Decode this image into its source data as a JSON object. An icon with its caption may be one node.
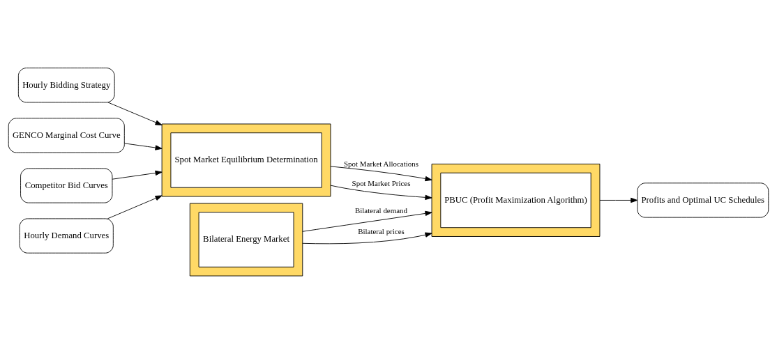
{
  "diagram": {
    "nodes": [
      {
        "text": [
          "Hourly Bidding Strategy"
        ]
      },
      {
        "text": [
          "GENCO Marginal Cost Curve"
        ]
      },
      {
        "text": [
          "Competitor Bid Curves"
        ]
      },
      {
        "text": [
          "Hourly Demand Curves"
        ]
      },
      {
        "text": [],
        "shape": "box"
      },
      {
        "text": [
          "Spot Market Equilibrium Determination"
        ],
        "in": 4
      },
      {
        "text": [],
        "shape": "box"
      },
      {
        "text": [
          "PBUC (Profit Maximization Algorithm)"
        ],
        "in": 6
      },
      {
        "text": [
          "Profits and Optimal UC Schedules"
        ]
      },
      {
        "text": [],
        "shape": "box"
      },
      {
        "text": [
          "Bilateral Energy Market"
        ],
        "in": 9
      }
    ],
    "edges": [
      {
        "from": 0,
        "to": 4,
        "arrow": "to"
      },
      {
        "from": 1,
        "to": 4,
        "arrow": "to"
      },
      {
        "from": 2,
        "to": 4,
        "arrow": "to"
      },
      {
        "from": 3,
        "to": 4,
        "arrow": "to"
      },
      {
        "from": 4,
        "to": 6,
        "arrow": "to",
        "label": "Spot Market Allocations"
      },
      {
        "from": 4,
        "to": 6,
        "arrow": "to",
        "label": "Spot Market Prices"
      },
      {
        "from": 9,
        "to": 6,
        "arrow": "to",
        "label": "Bilateral demand"
      },
      {
        "from": 9,
        "to": 6,
        "arrow": "to",
        "label": "Bilateral prices"
      },
      {
        "from": 6,
        "to": 8,
        "arrow": "to"
      }
    ]
  }
}
